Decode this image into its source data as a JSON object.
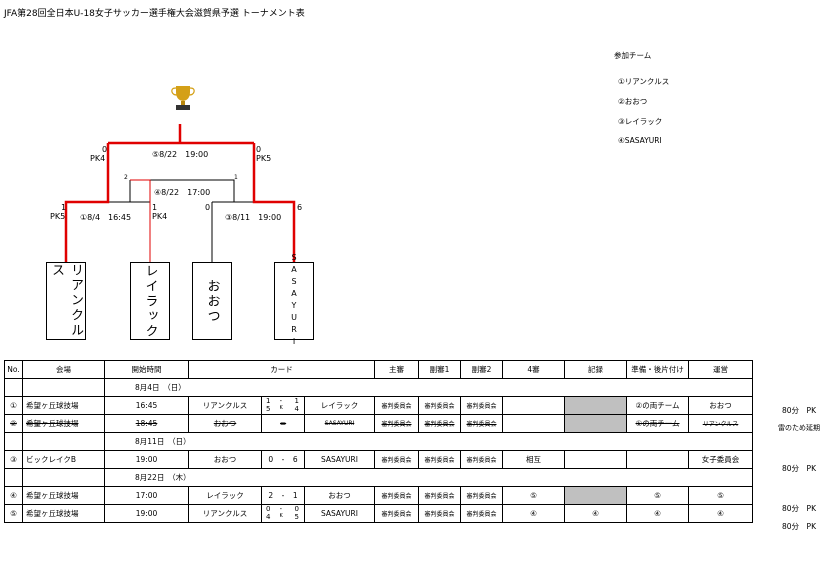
{
  "title": "JFA第28回全日本U-18女子サッカー選手権大会滋賀県予選 トーナメント表",
  "participants": {
    "heading": "参加チーム",
    "items": [
      "①リアンクルス",
      "②おおつ",
      "③レイラック",
      "④SASAYURI"
    ]
  },
  "bracket": {
    "teams": [
      "リアンクルス",
      "レイラック",
      "おおつ",
      "SASAYURI"
    ],
    "final": {
      "label": "⑤8/22　19:00",
      "left_score": "0",
      "left_pk": "PK4",
      "right_score": "0",
      "right_pk": "PK5"
    },
    "third": {
      "label": "④8/22　17:00",
      "left_score": "2",
      "right_score": "1"
    },
    "semi1": {
      "label": "①8/4　16:45",
      "left_score": "1",
      "left_pk": "PK5",
      "right_score": "1",
      "right_pk": "PK4"
    },
    "semi2": {
      "label": "③8/11　19:00",
      "left_score": "0",
      "right_score": "6"
    },
    "colors": {
      "winner": "#e00000",
      "line": "#000000",
      "trophy": "#d4a017"
    }
  },
  "table": {
    "headers": [
      "No.",
      "会場",
      "開始時間",
      "カード",
      "主審",
      "副審1",
      "副審2",
      "4審",
      "記録",
      "準備・後片付け",
      "運営"
    ],
    "dates": [
      "8月4日　（日）",
      "8月11日　（日）",
      "8月22日　（木）"
    ],
    "rows": [
      {
        "no": "①",
        "venue": "希望ヶ丘球技場",
        "time": "16:45",
        "home": "リアンクルス",
        "s1": "1",
        "s2": "1",
        "pk1": "5",
        "pk": "PK",
        "pk2": "4",
        "dash": "-",
        "away": "レイラック",
        "ref": "審判委員会",
        "ar1": "審判委員会",
        "ar2": "審判委員会",
        "fourth": "",
        "record": "",
        "prep": "②の両チーム",
        "ops": "おおつ",
        "note": "80分　PK"
      },
      {
        "no": "②",
        "venue": "希望ヶ丘球技場",
        "time": "18:45",
        "home": "おおつ",
        "dash": "=",
        "away": "SASAYURI",
        "ref": "審判委員会",
        "ar1": "審判委員会",
        "ar2": "審判委員会",
        "fourth": "",
        "record": "",
        "prep": "①の両チーム",
        "ops": "リアンクルス",
        "note": "雷のため延期"
      },
      {
        "no": "③",
        "venue": "ビックレイクB",
        "time": "19:00",
        "home": "おおつ",
        "s1": "0",
        "dash": "-",
        "s2": "6",
        "away": "SASAYURI",
        "ref": "審判委員会",
        "ar1": "審判委員会",
        "ar2": "審判委員会",
        "fourth": "相互",
        "record": "",
        "prep": "",
        "ops": "女子委員会",
        "note": "80分　PK"
      },
      {
        "no": "④",
        "venue": "希望ヶ丘球技場",
        "time": "17:00",
        "home": "レイラック",
        "s1": "2",
        "dash": "-",
        "s2": "1",
        "away": "おおつ",
        "ref": "審判委員会",
        "ar1": "審判委員会",
        "ar2": "審判委員会",
        "fourth": "⑤",
        "record": "",
        "prep": "⑤",
        "ops": "⑤",
        "note": "80分　PK"
      },
      {
        "no": "⑤",
        "venue": "希望ヶ丘球技場",
        "time": "19:00",
        "home": "リアンクルス",
        "s1": "0",
        "s2": "0",
        "pk1": "4",
        "pk": "PK",
        "pk2": "5",
        "dash": "-",
        "away": "SASAYURI",
        "ref": "審判委員会",
        "ar1": "審判委員会",
        "ar2": "審判委員会",
        "fourth": "④",
        "record": "④",
        "prep": "④",
        "ops": "④",
        "note": "80分　PK"
      }
    ]
  }
}
